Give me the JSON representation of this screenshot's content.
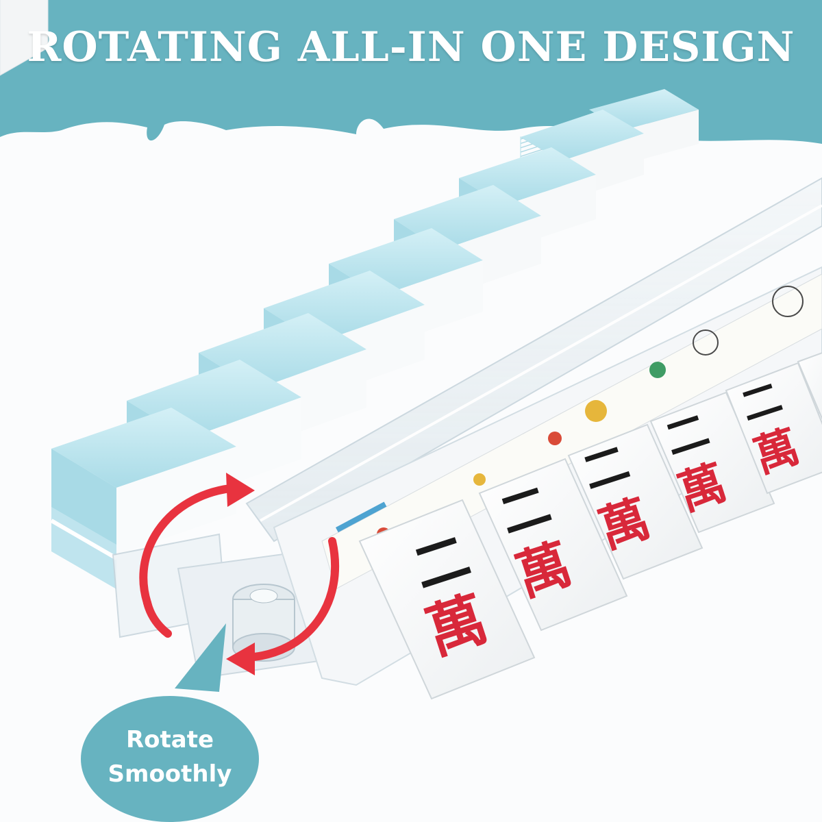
{
  "banner": {
    "title": "ROTATING ALL-IN ONE DESIGN",
    "color": "#67b3c0"
  },
  "callout": {
    "line1": "Rotate",
    "line2": "Smoothly",
    "color": "#67b3c0"
  },
  "tiles": {
    "face_top_char": "二",
    "face_bottom_char": "萬",
    "back_color": "#bfe6ef",
    "char_black": "#1b1b1b",
    "char_red": "#d8283a"
  },
  "arrow_color": "#e8333f",
  "icons": {
    "rotation_arrows": "circular-rotation-arrows-icon"
  }
}
